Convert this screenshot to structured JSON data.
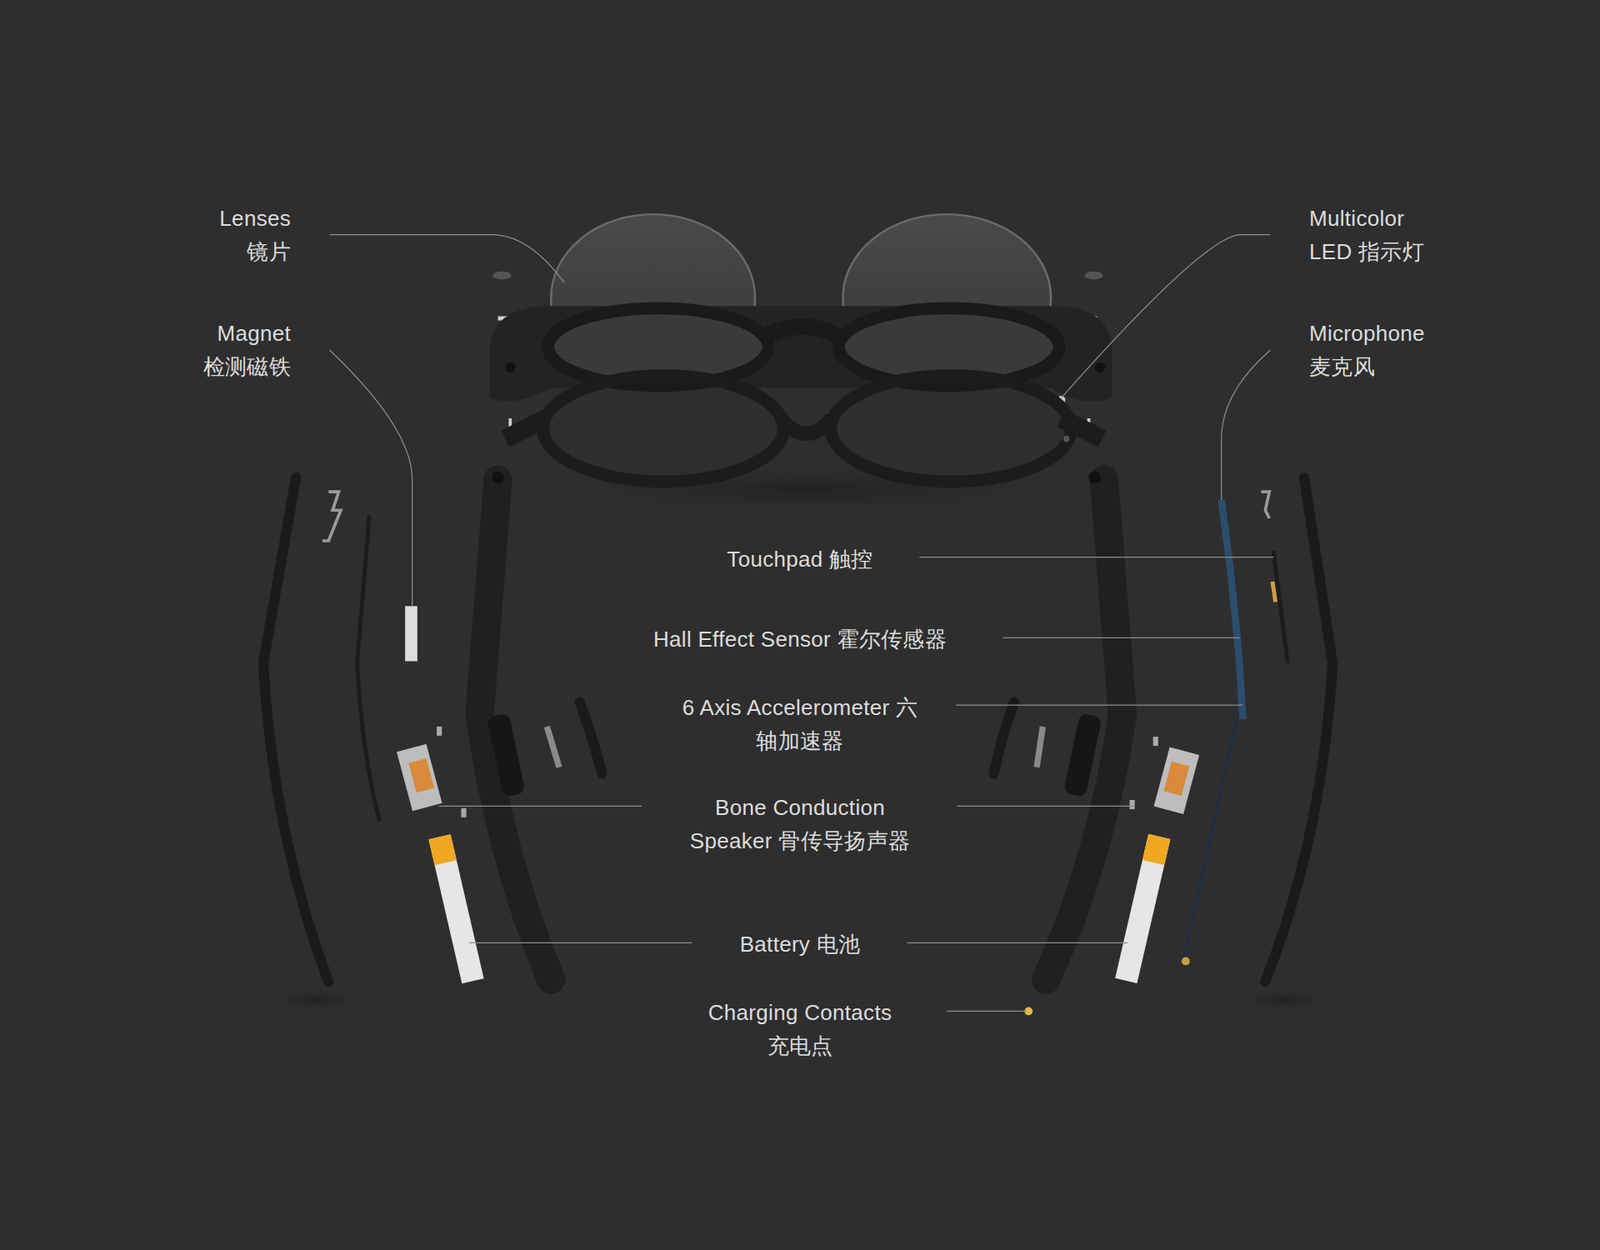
{
  "diagram": {
    "labels": [
      "Lenses 镜片",
      "Magnet 检测磁铁",
      "Multicolor LED 指示灯",
      "Microphone 麦克风",
      "Touchpad 触控",
      "Hall Effect Sensor 霍尔传感器",
      "6 Axis Accelerometer 六轴加速器",
      "Bone Conduction Speaker 骨传导扬声器",
      "Battery 电池",
      "Charging Contacts 充电点"
    ]
  }
}
